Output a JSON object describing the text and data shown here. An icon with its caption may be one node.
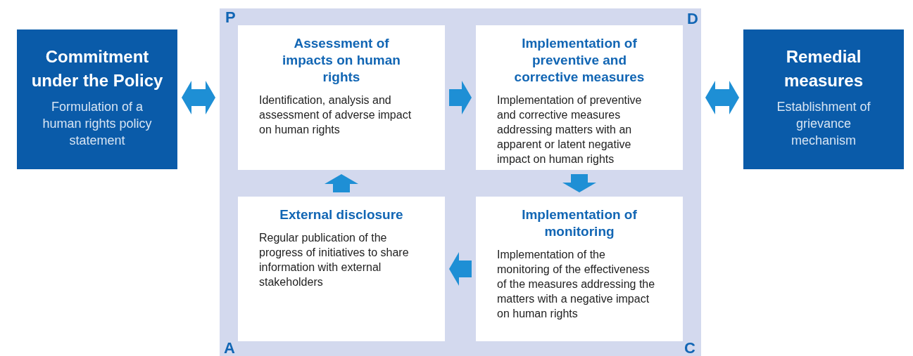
{
  "diagram": {
    "nodes": [
      {
        "text": [
          "Commitment under the Policy",
          "Formulation of a human rights policy statement"
        ]
      },
      {
        "text": [
          "P",
          "D",
          "A",
          "C"
        ]
      },
      {
        "text": [
          "Assessment of impacts on human rights",
          "Identification, analysis and assessment of adverse impact on human rights"
        ],
        "in": 1
      },
      {
        "text": [
          "Implementation of preventive and corrective measures",
          "Implementation of preventive and corrective measures addressing matters with an apparent or latent negative impact on human rights"
        ],
        "in": 1
      },
      {
        "text": [
          "External disclosure",
          "Regular publication of the progress of initiatives to share information with external stakeholders"
        ],
        "in": 1
      },
      {
        "text": [
          "Implementation of monitoring",
          "Implementation of the monitoring of the effectiveness of the measures addressing the matters with a negative impact on human rights"
        ],
        "in": 1
      },
      {
        "text": [
          "Remedial measures",
          "Establishment of grievance mechanism"
        ]
      }
    ],
    "edges": [
      {
        "from": 0,
        "to": 1,
        "arrow": "both"
      },
      {
        "from": 2,
        "to": 3,
        "arrow": "to"
      },
      {
        "from": 3,
        "to": 5,
        "arrow": "to"
      },
      {
        "from": 5,
        "to": 4,
        "arrow": "to"
      },
      {
        "from": 4,
        "to": 2,
        "arrow": "to"
      },
      {
        "from": 1,
        "to": 6,
        "arrow": "both"
      }
    ]
  }
}
